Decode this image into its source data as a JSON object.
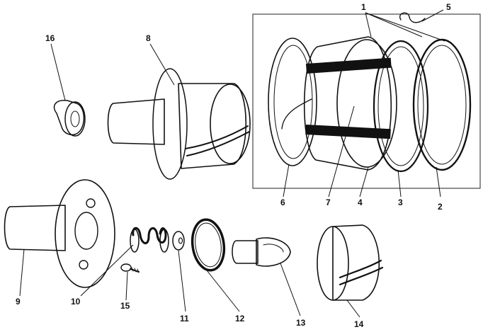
{
  "diagram": {
    "callouts": {
      "n1": "1",
      "n2": "2",
      "n3": "3",
      "n4": "4",
      "n5": "5",
      "n6": "6",
      "n7": "7",
      "n8": "8",
      "n9": "9",
      "n10": "10",
      "n11": "11",
      "n12": "12",
      "n13": "13",
      "n14": "14",
      "n15": "15",
      "n16": "16"
    }
  }
}
